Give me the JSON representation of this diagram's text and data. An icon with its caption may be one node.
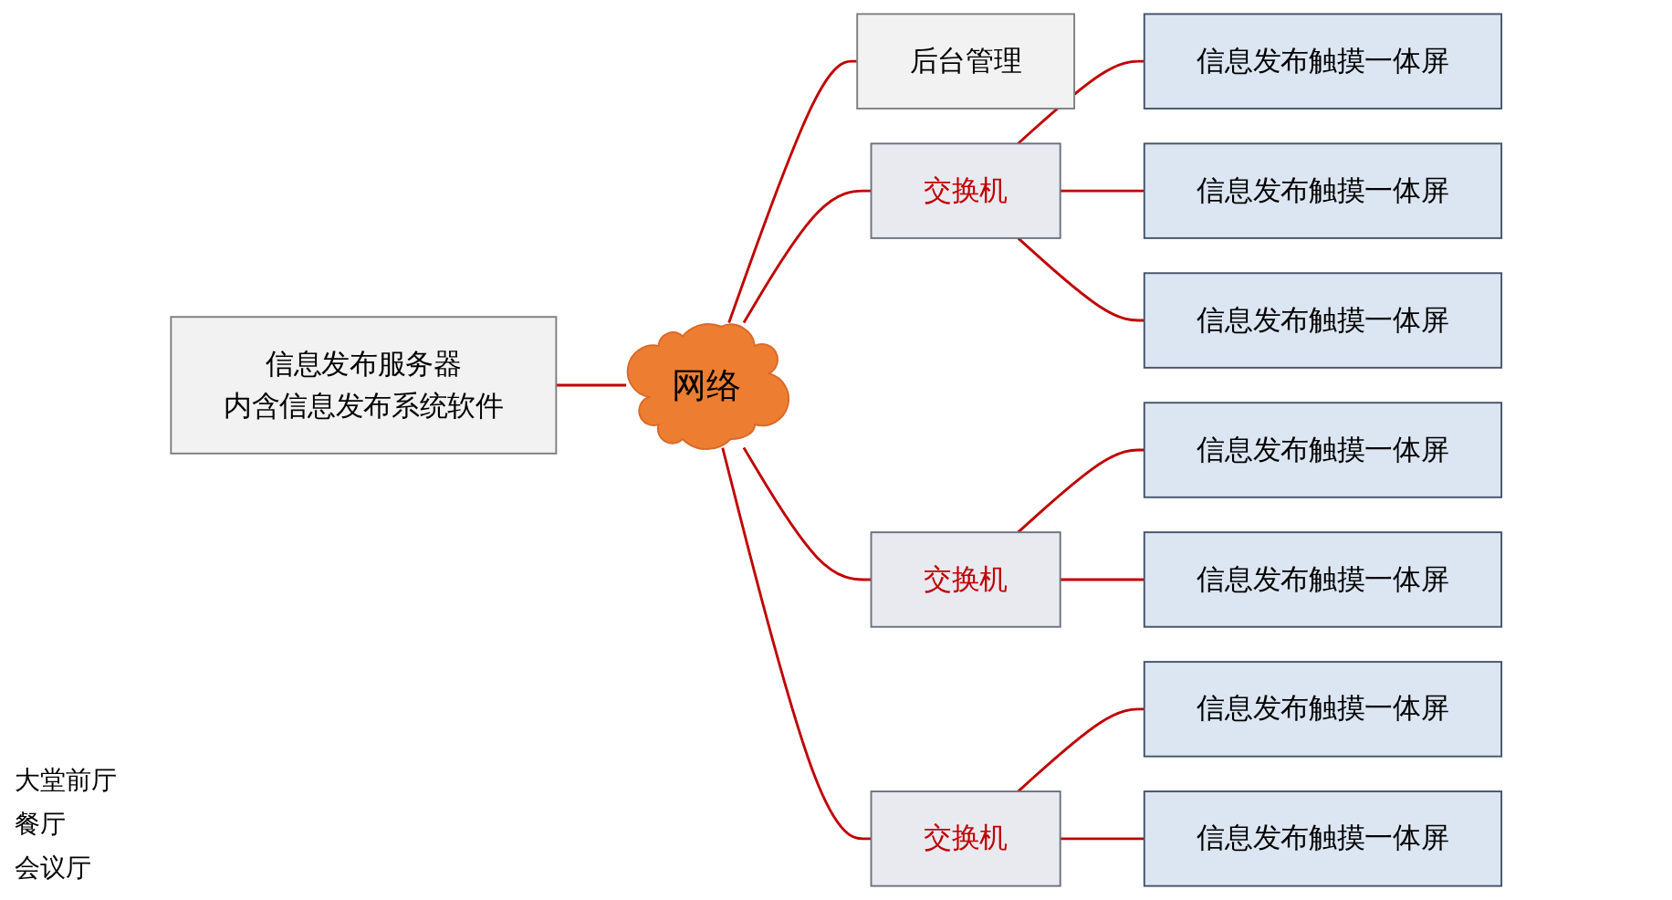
{
  "diagram": {
    "nodes": [
      {
        "text": [
          "网络"
        ]
      },
      {
        "text": [
          "信息发布服务器",
          "内含信息发布系统软件"
        ]
      },
      {
        "text": [
          "后台管理"
        ]
      },
      {
        "text": [
          "交换机"
        ]
      },
      {
        "text": [
          "交换机"
        ]
      },
      {
        "text": [
          "交换机"
        ]
      },
      {
        "text": [
          "信息发布触摸一体屏"
        ]
      },
      {
        "text": [
          "信息发布触摸一体屏"
        ]
      },
      {
        "text": [
          "信息发布触摸一体屏"
        ]
      },
      {
        "text": [
          "信息发布触摸一体屏"
        ]
      },
      {
        "text": [
          "信息发布触摸一体屏"
        ]
      },
      {
        "text": [
          "信息发布触摸一体屏"
        ]
      },
      {
        "text": [
          "信息发布触摸一体屏"
        ]
      }
    ],
    "edges": [
      {
        "from": 1,
        "to": 0,
        "arrow": "none"
      },
      {
        "from": 0,
        "to": 2,
        "arrow": "none"
      },
      {
        "from": 0,
        "to": 3,
        "arrow": "none"
      },
      {
        "from": 0,
        "to": 4,
        "arrow": "none"
      },
      {
        "from": 0,
        "to": 5,
        "arrow": "none"
      },
      {
        "from": 3,
        "to": 6,
        "arrow": "none"
      },
      {
        "from": 3,
        "to": 7,
        "arrow": "none"
      },
      {
        "from": 3,
        "to": 8,
        "arrow": "none"
      },
      {
        "from": 4,
        "to": 9,
        "arrow": "none"
      },
      {
        "from": 4,
        "to": 10,
        "arrow": "none"
      },
      {
        "from": 5,
        "to": 11,
        "arrow": "none"
      },
      {
        "from": 5,
        "to": 12,
        "arrow": "none"
      }
    ],
    "labels": [
      "大堂前厅",
      "餐厅",
      "会议厅"
    ]
  }
}
